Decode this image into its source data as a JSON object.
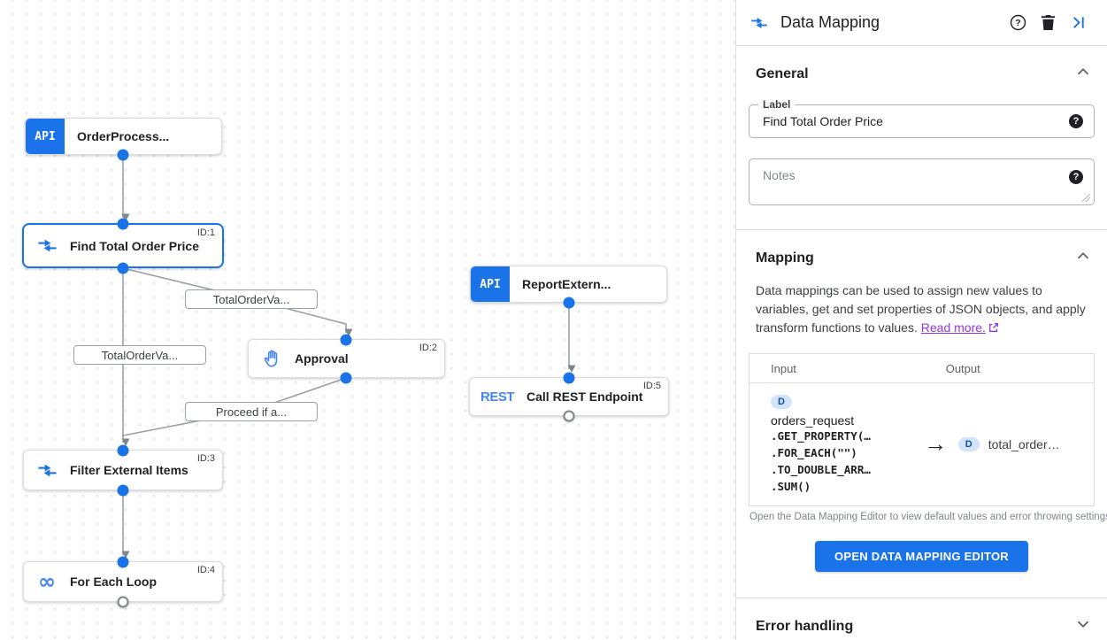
{
  "colors": {
    "accent_blue": "#1a73e8",
    "node_icon_blue": "#4285f4",
    "edge_gray": "#9aa0a6",
    "link_purple": "#9334e6",
    "badge_bg": "#d2e3fc",
    "button_bg": "#1a73e8"
  },
  "icons": {
    "arrow_right_glyph": "→",
    "infinity_glyph": "∞",
    "help_glyph": "?"
  },
  "canvas": {
    "nodes": [
      {
        "type_badge": "API",
        "title": "OrderProcess...",
        "id_label": ""
      },
      {
        "title": "Find Total Order Price",
        "id_label": "ID:1"
      },
      {
        "type_badge": "API",
        "title": "ReportExtern...",
        "id_label": ""
      },
      {
        "title": "Approval",
        "id_label": "ID:2"
      },
      {
        "type_text": "REST",
        "title": "Call REST Endpoint",
        "id_label": "ID:5"
      },
      {
        "title": "Filter External Items",
        "id_label": "ID:3"
      },
      {
        "title": "For Each Loop",
        "id_label": "ID:4"
      }
    ],
    "edge_labels": [
      {
        "text": "TotalOrderVa..."
      },
      {
        "text": "TotalOrderVa..."
      },
      {
        "text": "Proceed if a..."
      }
    ]
  },
  "panel": {
    "title": "Data Mapping",
    "general": {
      "title": "General",
      "label_field": {
        "label": "Label",
        "value": "Find Total Order Price"
      },
      "notes_field": {
        "placeholder": "Notes"
      }
    },
    "mapping": {
      "title": "Mapping",
      "description": "Data mappings can be used to assign new values to variables, get and set properties of JSON objects, and apply transform functions to values. ",
      "link_text": "Read more.",
      "table": {
        "input_header": "Input",
        "output_header": "Output",
        "input": {
          "badge": "D",
          "var_name": "orders_request",
          "lines": [
            ".GET_PROPERTY(…",
            ".FOR_EACH(\"\")",
            ".TO_DOUBLE_ARR…",
            ".SUM()"
          ]
        },
        "output": {
          "badge": "D",
          "value": "total_order…"
        }
      },
      "helper": "Open the Data Mapping Editor to view default values and error throwing settings.",
      "button": "OPEN DATA MAPPING EDITOR"
    },
    "error_handling": {
      "title": "Error handling"
    }
  }
}
